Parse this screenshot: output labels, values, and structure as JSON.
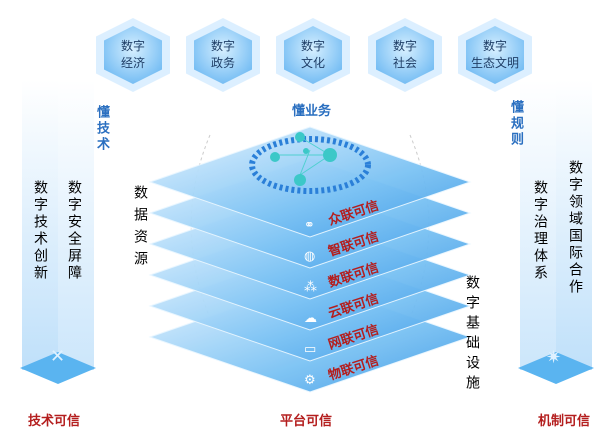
{
  "hexagons": [
    {
      "line1": "数字",
      "line2": "经济"
    },
    {
      "line1": "数字",
      "line2": "政务"
    },
    {
      "line1": "数字",
      "line2": "文化"
    },
    {
      "line1": "数字",
      "line2": "社会"
    },
    {
      "line1": "数字",
      "line2": "生态文明"
    }
  ],
  "headings": {
    "business": "懂业务",
    "tech": "懂技术",
    "rules": "懂规则"
  },
  "left_columns": [
    "数字技术创新",
    "数字安全屏障"
  ],
  "right_columns": [
    "数字治理体系",
    "数字领域国际合作"
  ],
  "data_resources": "数据资源",
  "digital_infra": "数字基础设施",
  "layers": [
    {
      "label": "众联可信",
      "icon": "link-icon"
    },
    {
      "label": "智联可信",
      "icon": "globe-icon"
    },
    {
      "label": "数联可信",
      "icon": "nodes-icon"
    },
    {
      "label": "云联可信",
      "icon": "cloud-icon"
    },
    {
      "label": "网联可信",
      "icon": "laptop-icon"
    },
    {
      "label": "物联可信",
      "icon": "iot-icon"
    }
  ],
  "bottom": {
    "tech": "技术可信",
    "platform": "平台可信",
    "mechanism": "机制可信"
  },
  "colors": {
    "red": "#b41e1e",
    "blue": "#2a6fc0",
    "layer": "#5ab4f0"
  }
}
